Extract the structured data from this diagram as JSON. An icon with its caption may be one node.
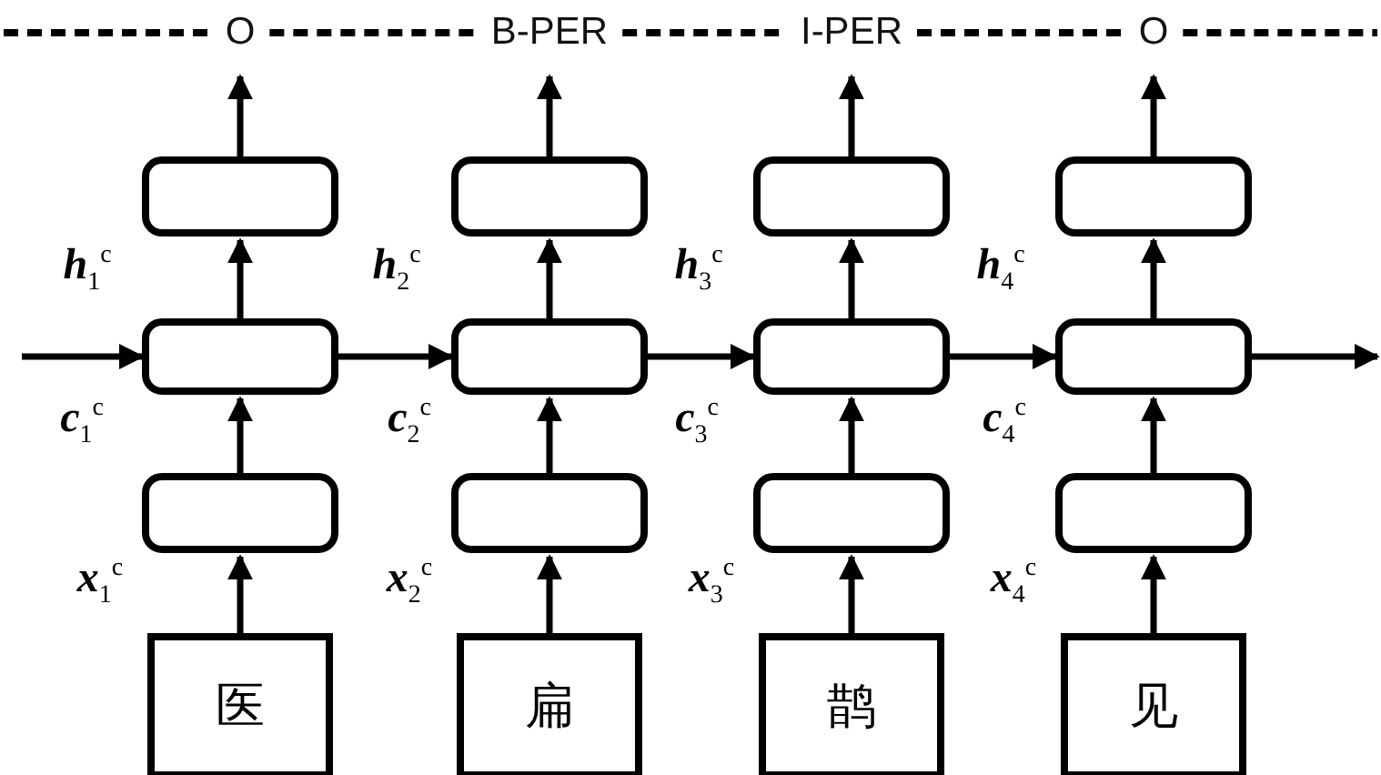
{
  "diagram": {
    "nodes": [
      {
        "text": [
          "O"
        ]
      },
      {
        "text": [
          "B-PER"
        ]
      },
      {
        "text": [
          "I-PER"
        ]
      },
      {
        "text": [
          "O"
        ]
      },
      {
        "text": [],
        "shape": "box"
      },
      {
        "text": [],
        "shape": "box"
      },
      {
        "text": [],
        "shape": "box"
      },
      {
        "text": [],
        "shape": "box"
      },
      {
        "text": [],
        "shape": "box"
      },
      {
        "text": [],
        "shape": "box"
      },
      {
        "text": [],
        "shape": "box"
      },
      {
        "text": [],
        "shape": "box"
      },
      {
        "text": [],
        "shape": "box"
      },
      {
        "text": [],
        "shape": "box"
      },
      {
        "text": [],
        "shape": "box"
      },
      {
        "text": [],
        "shape": "box"
      },
      {
        "text": [
          "医"
        ]
      },
      {
        "text": [
          "扁"
        ]
      },
      {
        "text": [
          "鹊"
        ]
      },
      {
        "text": [
          "见"
        ]
      }
    ],
    "edges": [
      {
        "from": 16,
        "to": 12,
        "arrow": "to",
        "label": "**x**$_{1}$$^{c}$"
      },
      {
        "from": 17,
        "to": 13,
        "arrow": "to",
        "label": "**x**$_{2}$$^{c}$"
      },
      {
        "from": 18,
        "to": 14,
        "arrow": "to",
        "label": "**x**$_{3}$$^{c}$"
      },
      {
        "from": 19,
        "to": 15,
        "arrow": "to",
        "label": "**x**$_{4}$$^{c}$"
      },
      {
        "from": 12,
        "to": 8,
        "arrow": "to"
      },
      {
        "from": 13,
        "to": 9,
        "arrow": "to"
      },
      {
        "from": 14,
        "to": 10,
        "arrow": "to"
      },
      {
        "from": 15,
        "to": 11,
        "arrow": "to"
      },
      {
        "from": 8,
        "to": 4,
        "arrow": "to",
        "label": "**h**$_{1}$$^{c}$"
      },
      {
        "from": 9,
        "to": 5,
        "arrow": "to",
        "label": "**h**$_{2}$$^{c}$"
      },
      {
        "from": 10,
        "to": 6,
        "arrow": "to",
        "label": "**h**$_{3}$$^{c}$"
      },
      {
        "from": 11,
        "to": 7,
        "arrow": "to",
        "label": "**h**$_{4}$$^{c}$"
      },
      {
        "from": 4,
        "to": 0,
        "arrow": "to"
      },
      {
        "from": 5,
        "to": 1,
        "arrow": "to"
      },
      {
        "from": 6,
        "to": 2,
        "arrow": "to"
      },
      {
        "from": 7,
        "to": 3,
        "arrow": "to"
      },
      {
        "from": null,
        "to": 8,
        "arrow": "to",
        "label": "**c**$_{1}$$^{c}$"
      },
      {
        "from": 8,
        "to": 9,
        "arrow": "to",
        "label": "**c**$_{2}$$^{c}$"
      },
      {
        "from": 9,
        "to": 10,
        "arrow": "to",
        "label": "**c**$_{3}$$^{c}$"
      },
      {
        "from": 10,
        "to": 11,
        "arrow": "to",
        "label": "**c**$_{4}$$^{c}$"
      },
      {
        "from": 11,
        "to": null,
        "arrow": "to"
      },
      {
        "from": null,
        "to": 0,
        "arrow": "none",
        "style": "dashed"
      },
      {
        "from": 0,
        "to": 1,
        "arrow": "none",
        "style": "dashed"
      },
      {
        "from": 1,
        "to": 2,
        "arrow": "none",
        "style": "dashed"
      },
      {
        "from": 2,
        "to": 3,
        "arrow": "none",
        "style": "dashed"
      },
      {
        "from": 3,
        "to": null,
        "arrow": "none",
        "style": "dashed"
      }
    ]
  }
}
